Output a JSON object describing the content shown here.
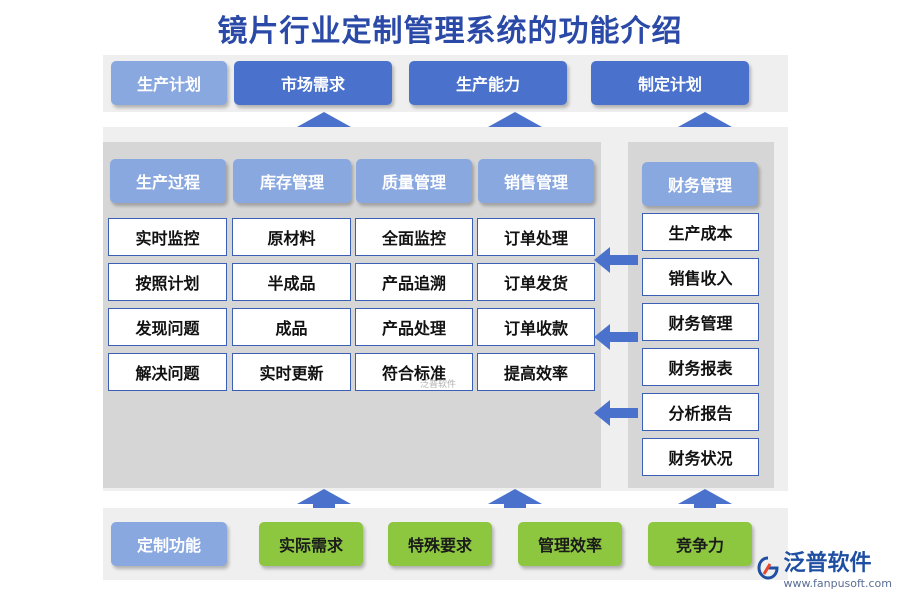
{
  "title": "镜片行业定制管理系统的功能介绍",
  "top_row": {
    "label": "生产计划",
    "items": [
      "市场需求",
      "生产能力",
      "制定计划"
    ]
  },
  "main_headers": [
    "生产过程",
    "库存管理",
    "质量管理",
    "销售管理"
  ],
  "main_columns": [
    [
      "实时监控",
      "按照计划",
      "发现问题",
      "解决问题"
    ],
    [
      "原材料",
      "半成品",
      "成品",
      "实时更新"
    ],
    [
      "全面监控",
      "产品追溯",
      "产品处理",
      "符合标准"
    ],
    [
      "订单处理",
      "订单发货",
      "订单收款",
      "提高效率"
    ]
  ],
  "finance": {
    "header": "财务管理",
    "items": [
      "生产成本",
      "销售收入",
      "财务管理",
      "财务报表",
      "分析报告",
      "财务状况"
    ]
  },
  "bottom_row": {
    "label": "定制功能",
    "items": [
      "实际需求",
      "特殊要求",
      "管理效率",
      "竞争力"
    ]
  },
  "logo": {
    "name": "泛普软件",
    "url": "www.fanpusoft.com"
  },
  "watermark": "泛普软件",
  "colors": {
    "title": "#2b4aa8",
    "light_blue": "#8aa8e0",
    "dark_blue": "#4a72cc",
    "green": "#8dc63f",
    "arrow": "#4a72cc"
  }
}
